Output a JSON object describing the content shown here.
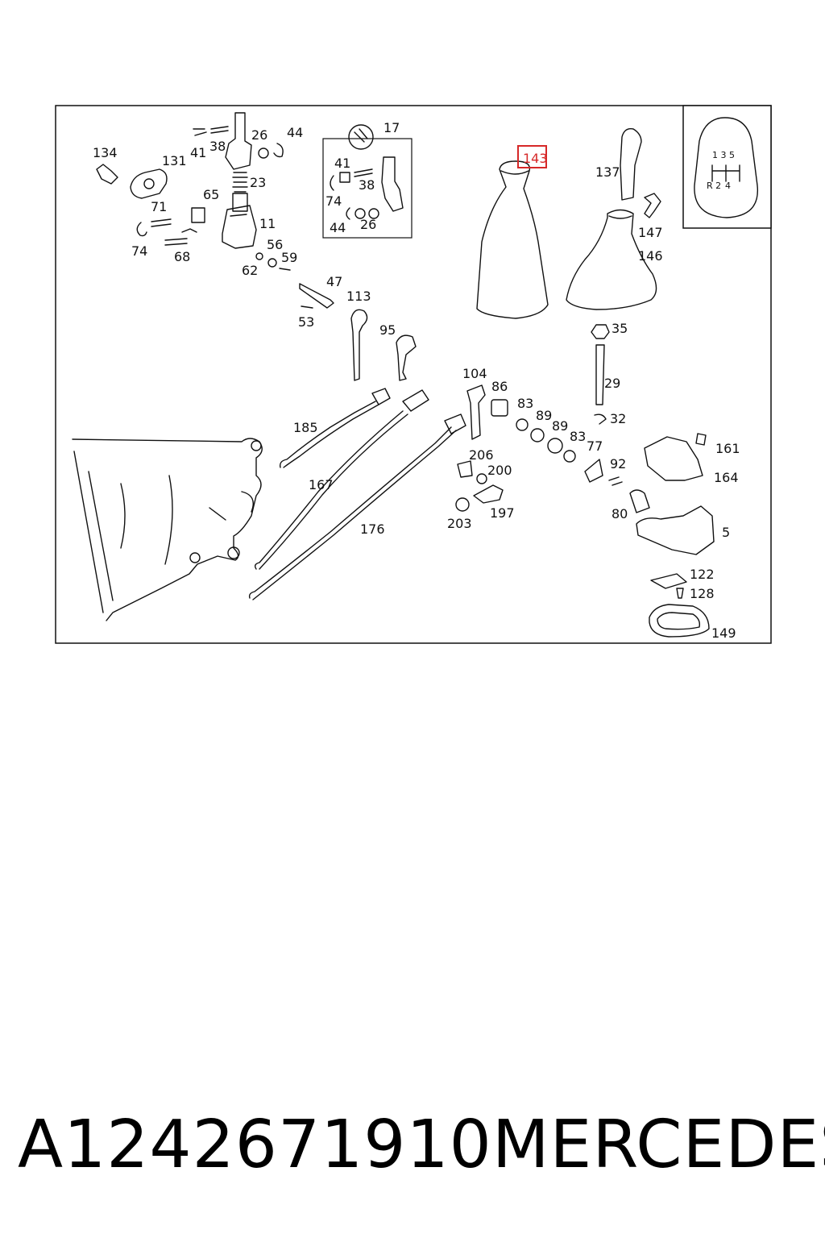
{
  "part_number": "A1242671910",
  "brand": "MERCEDES",
  "highlighted_callout": "143",
  "shift_pattern": {
    "row1": "1 3 5",
    "row2_left": "R 2",
    "row2_right": "4"
  },
  "callouts": [
    "134",
    "131",
    "41",
    "38",
    "26",
    "44",
    "23",
    "65",
    "11",
    "71",
    "74",
    "68",
    "56",
    "59",
    "62",
    "17",
    "41",
    "38",
    "74",
    "44",
    "26",
    "47",
    "113",
    "53",
    "95",
    "143",
    "137",
    "147",
    "146",
    "35",
    "29",
    "32",
    "104",
    "86",
    "83",
    "89",
    "89",
    "83",
    "77",
    "92",
    "80",
    "161",
    "164",
    "5",
    "122",
    "128",
    "149",
    "185",
    "167",
    "176",
    "206",
    "200",
    "197",
    "203"
  ],
  "colors": {
    "highlight": "#d62828",
    "line": "#111111"
  }
}
